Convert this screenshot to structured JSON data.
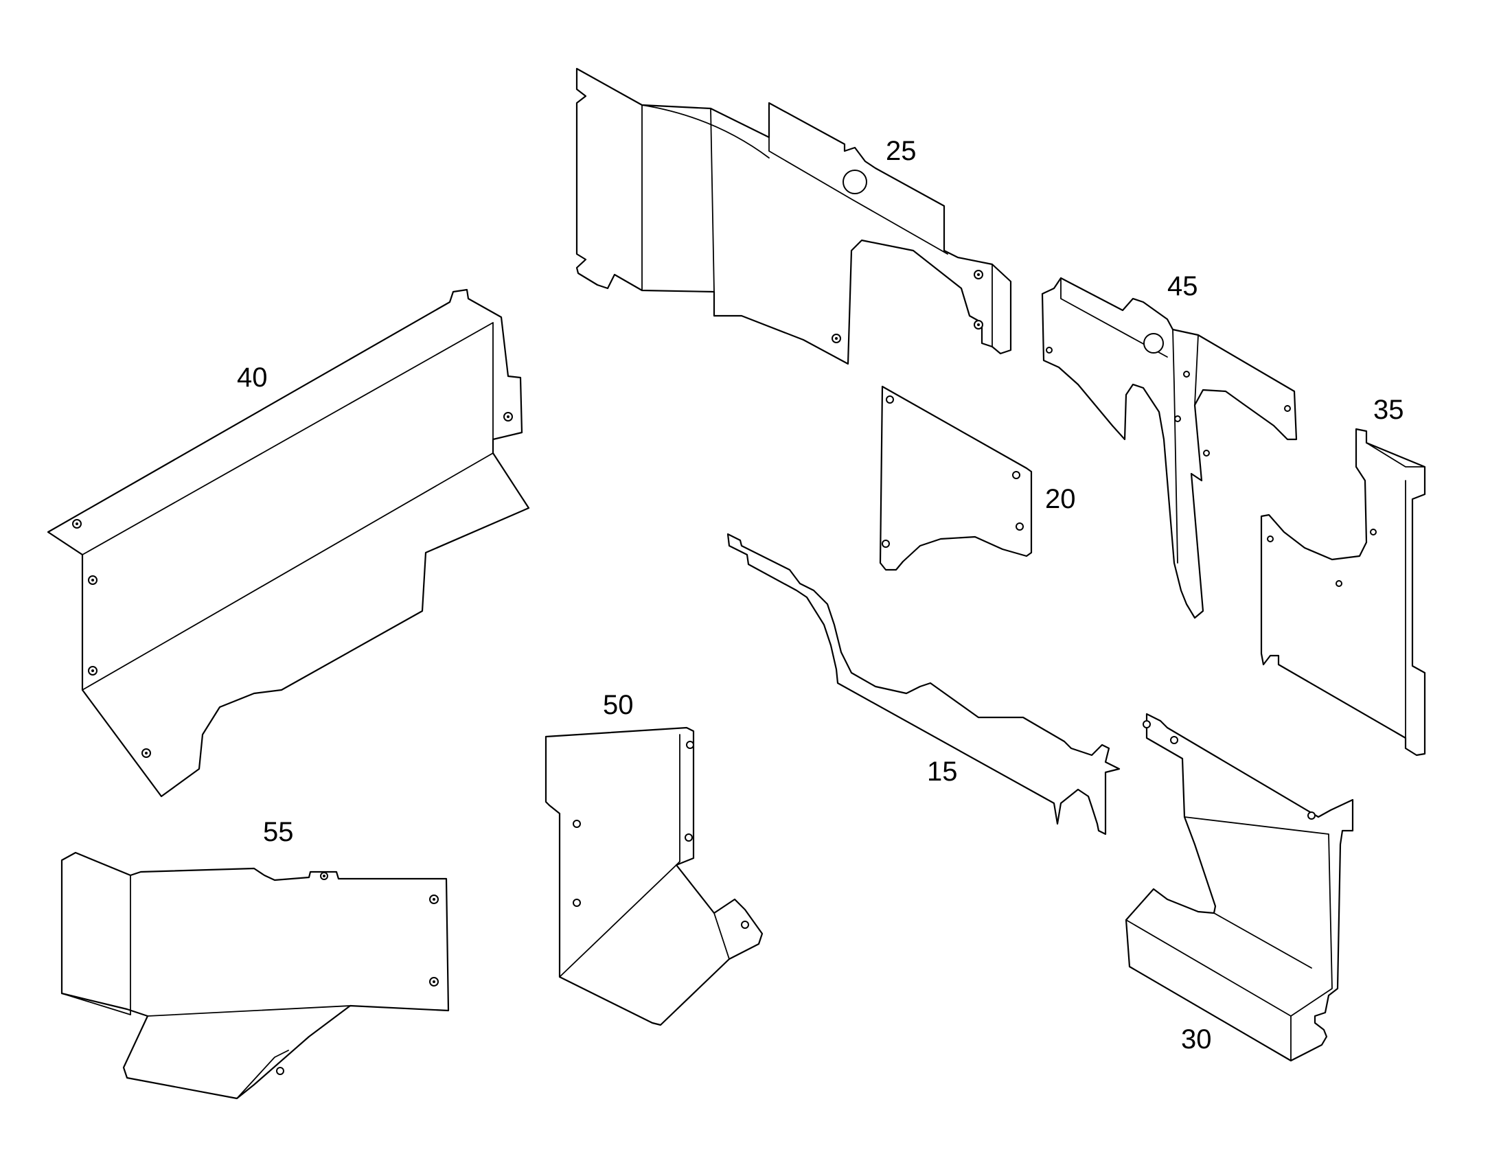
{
  "diagram": {
    "callouts": {
      "p15": "15",
      "p20": "20",
      "p25": "25",
      "p30": "30",
      "p35": "35",
      "p40": "40",
      "p45": "45",
      "p50": "50",
      "p55": "55"
    }
  }
}
